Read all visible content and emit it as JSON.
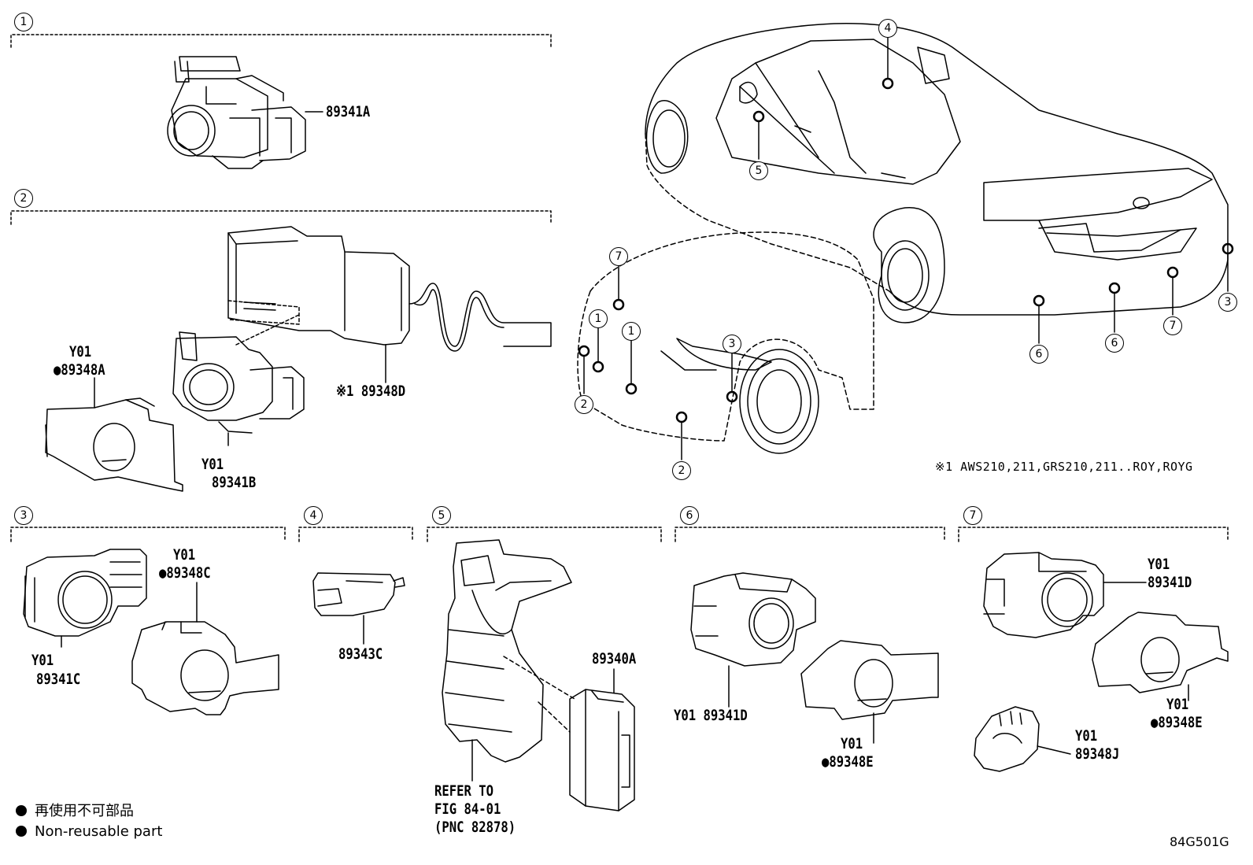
{
  "sections": [
    {
      "num": "1"
    },
    {
      "num": "2"
    },
    {
      "num": "3"
    },
    {
      "num": "4"
    },
    {
      "num": "5"
    },
    {
      "num": "6"
    },
    {
      "num": "7"
    }
  ],
  "parts": {
    "s1_89341A": "89341A",
    "s2_y01_a": "Y01",
    "s2_89348A": "●89348A",
    "s2_89348D": "※1 89348D",
    "s2_y01_b": "Y01",
    "s2_89341B": "89341B",
    "s3_y01_c": "Y01",
    "s3_89348C": "●89348C",
    "s3_y01_d": "Y01",
    "s3_89341C": "89341C",
    "s4_89343C": "89343C",
    "s5_89340A": "89340A",
    "s5_refer1": "REFER TO",
    "s5_refer2": "FIG 84-01",
    "s5_refer3": "(PNC 82878)",
    "s6_89341D": "Y01 89341D",
    "s6_y01": "Y01",
    "s6_89348E": "●89348E",
    "s7_y01_a": "Y01",
    "s7_89341D": "89341D",
    "s7_y01_b": "Y01",
    "s7_89348E": "●89348E",
    "s7_y01_c": "Y01",
    "s7_89348J": "89348J"
  },
  "car_callouts": [
    "1",
    "1",
    "2",
    "2",
    "3",
    "3",
    "4",
    "5",
    "6",
    "6",
    "7",
    "7"
  ],
  "footnote": "※1 AWS210,211,GRS210,211..ROY,ROYG",
  "legend": {
    "line1": "再使用不可部品",
    "line2": "Non-reusable part"
  },
  "figure_code": "84G501G"
}
